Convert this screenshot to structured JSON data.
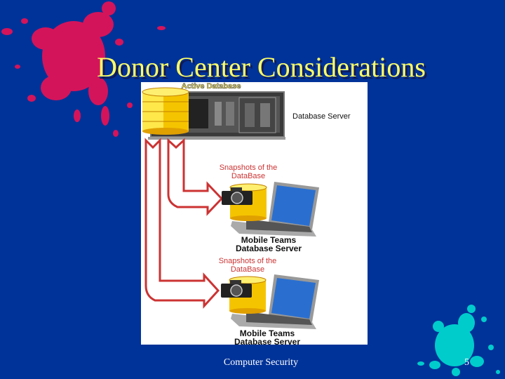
{
  "slide": {
    "title": "Donor Center Considerations",
    "footer": "Computer Security",
    "page_number": "5"
  },
  "diagram": {
    "active_db_label": "Active Database",
    "server_label": "Database Server",
    "snapshot_1": {
      "line1": "Snapshots of the",
      "line2": "DataBase"
    },
    "mobile_1": {
      "line1": "Mobile Teams",
      "line2": "Database Server"
    },
    "snapshot_2": {
      "line1": "Snapshots of the",
      "line2": "DataBase"
    },
    "mobile_2": {
      "line1": "Mobile Teams",
      "line2": "Database Server"
    }
  },
  "colors": {
    "background": "#003399",
    "title": "#ffff66",
    "splash_pink": "#d4145a",
    "splash_cyan": "#00cccc",
    "arrow": "#cc3333"
  }
}
